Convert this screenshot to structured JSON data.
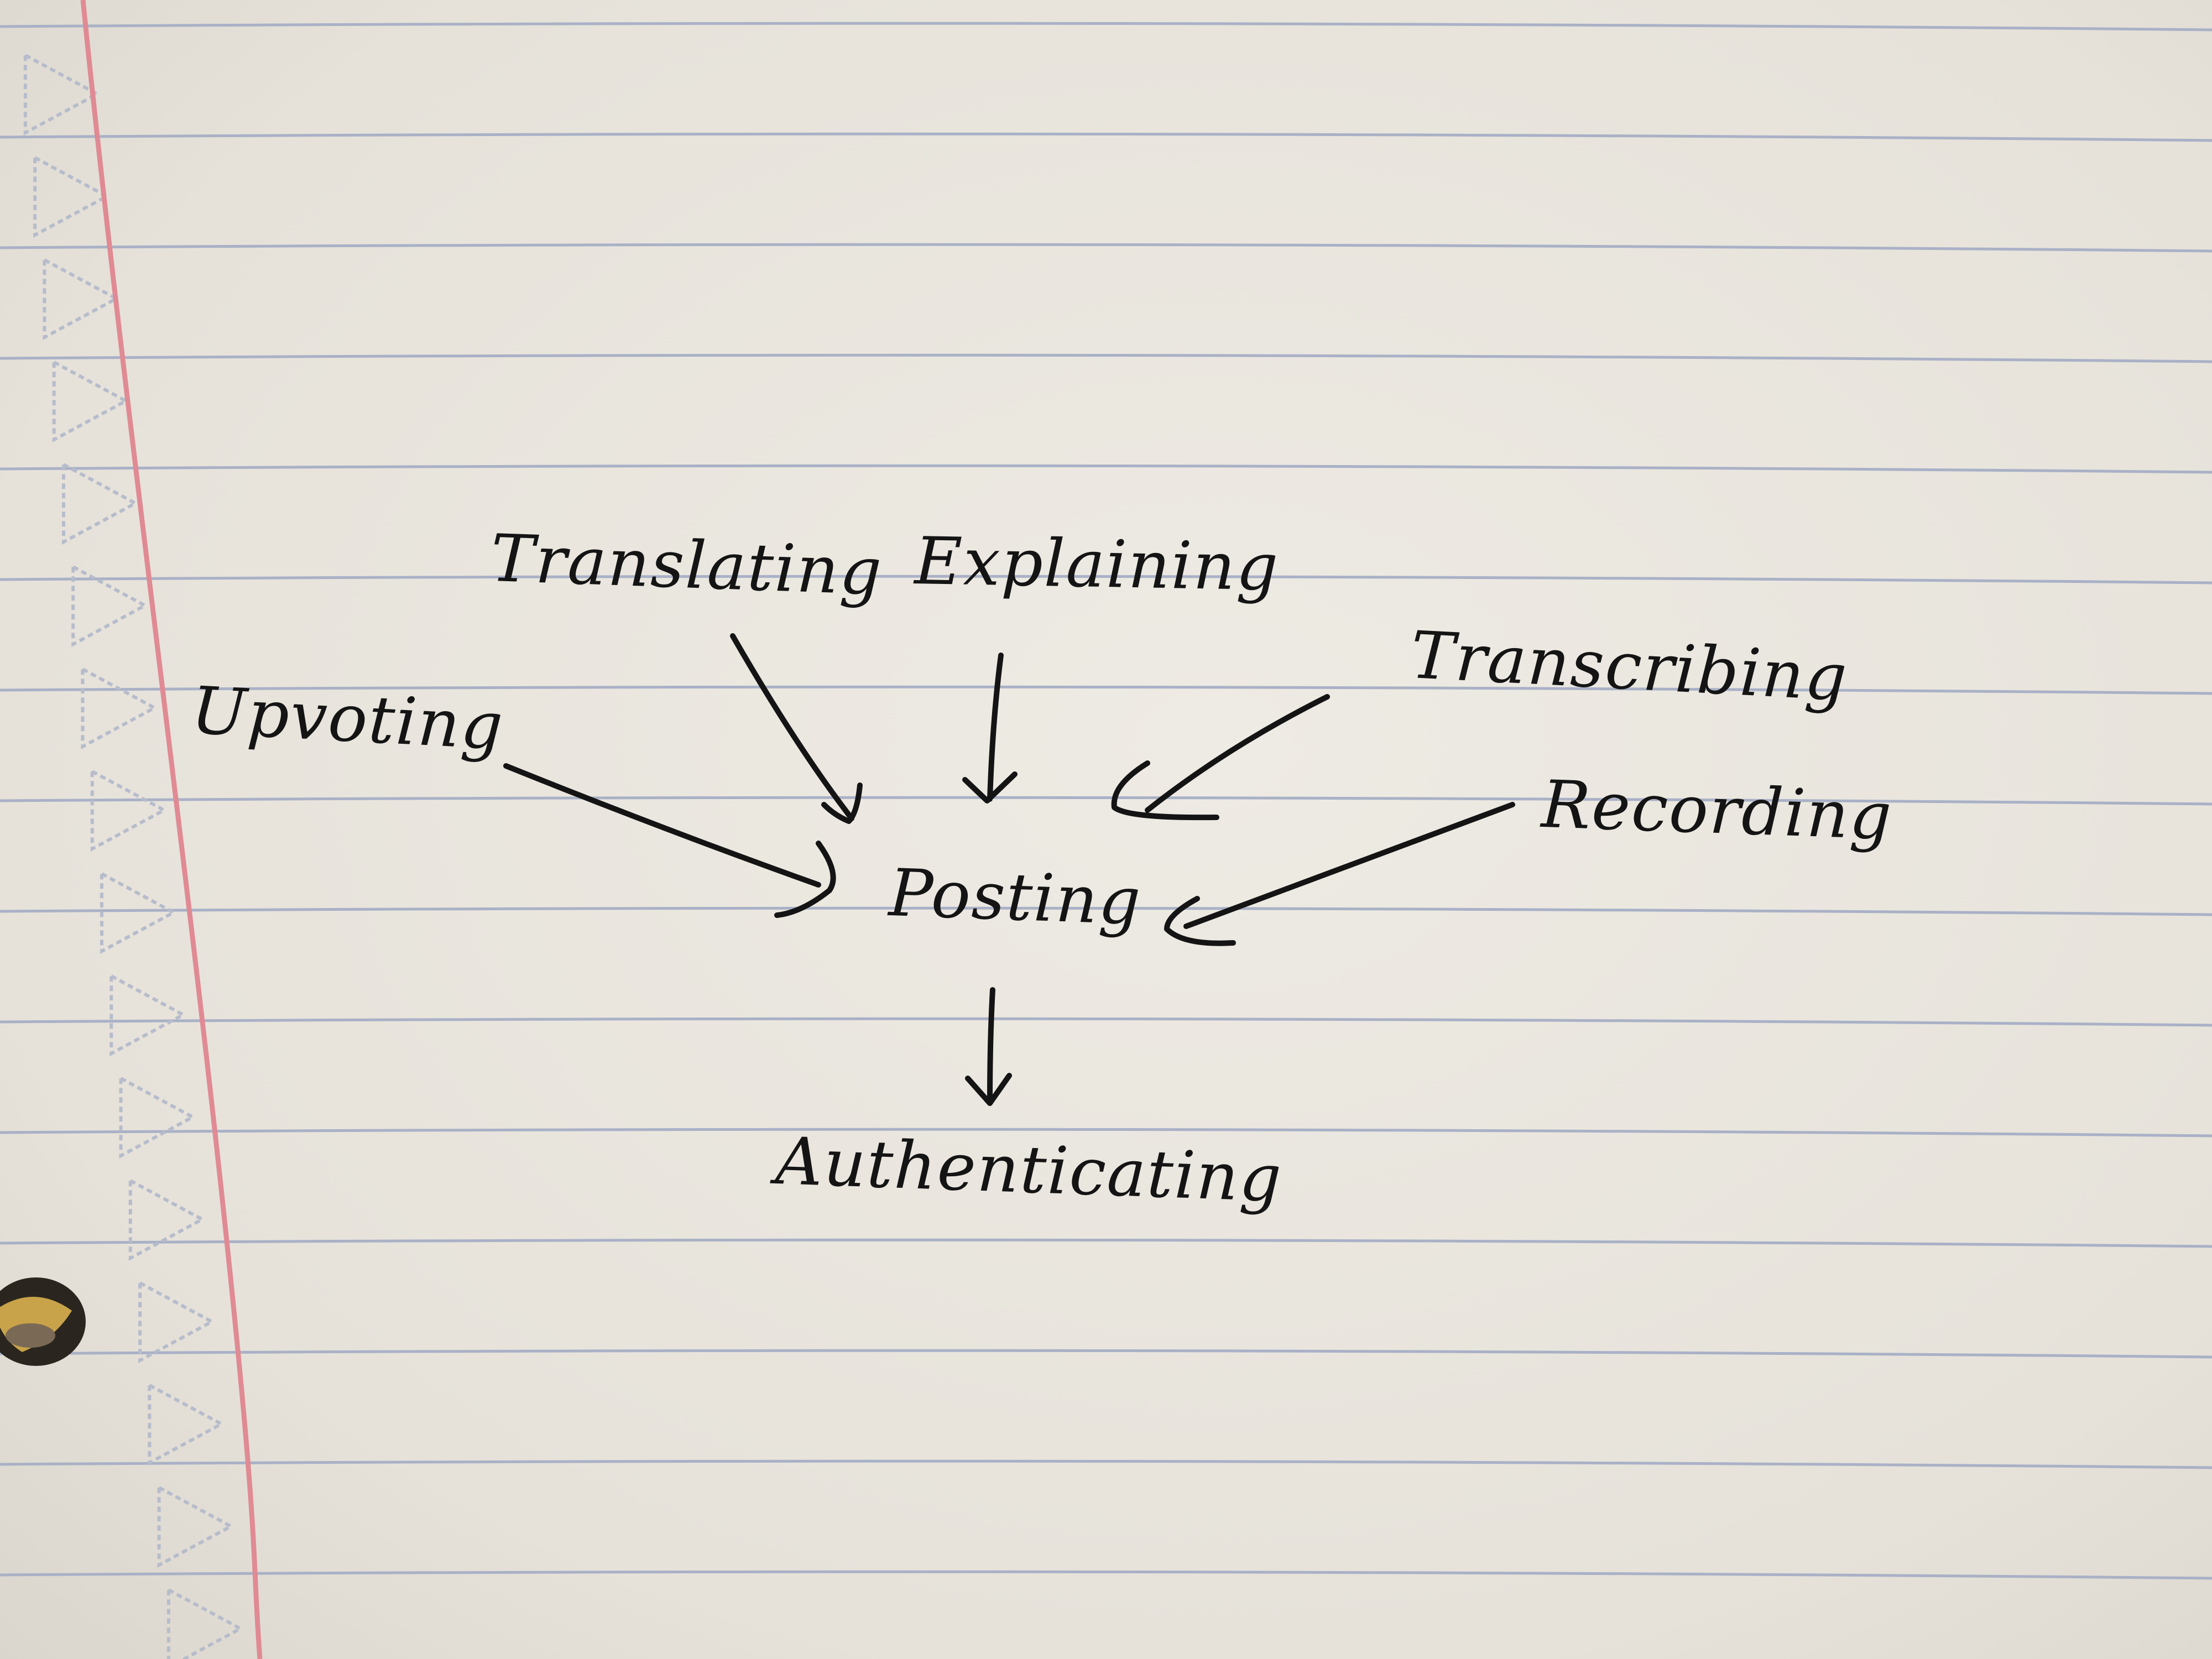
{
  "diagram": {
    "nodes": {
      "upvoting": "Upvoting",
      "translating": "Translating",
      "explaining": "Explaining",
      "transcribing": "Transcribing",
      "recording": "Recording",
      "posting": "Posting",
      "authenticating": "Authenticating"
    },
    "edges": [
      {
        "from": "upvoting",
        "to": "posting"
      },
      {
        "from": "translating",
        "to": "posting"
      },
      {
        "from": "explaining",
        "to": "posting"
      },
      {
        "from": "transcribing",
        "to": "posting"
      },
      {
        "from": "recording",
        "to": "posting"
      },
      {
        "from": "posting",
        "to": "authenticating"
      }
    ]
  },
  "colors": {
    "paper": "#e9e5de",
    "rule_line": "#a9b1c6",
    "margin_line": "#e08a94",
    "ink": "#141414",
    "triangle_outline": "#b7bccb"
  }
}
